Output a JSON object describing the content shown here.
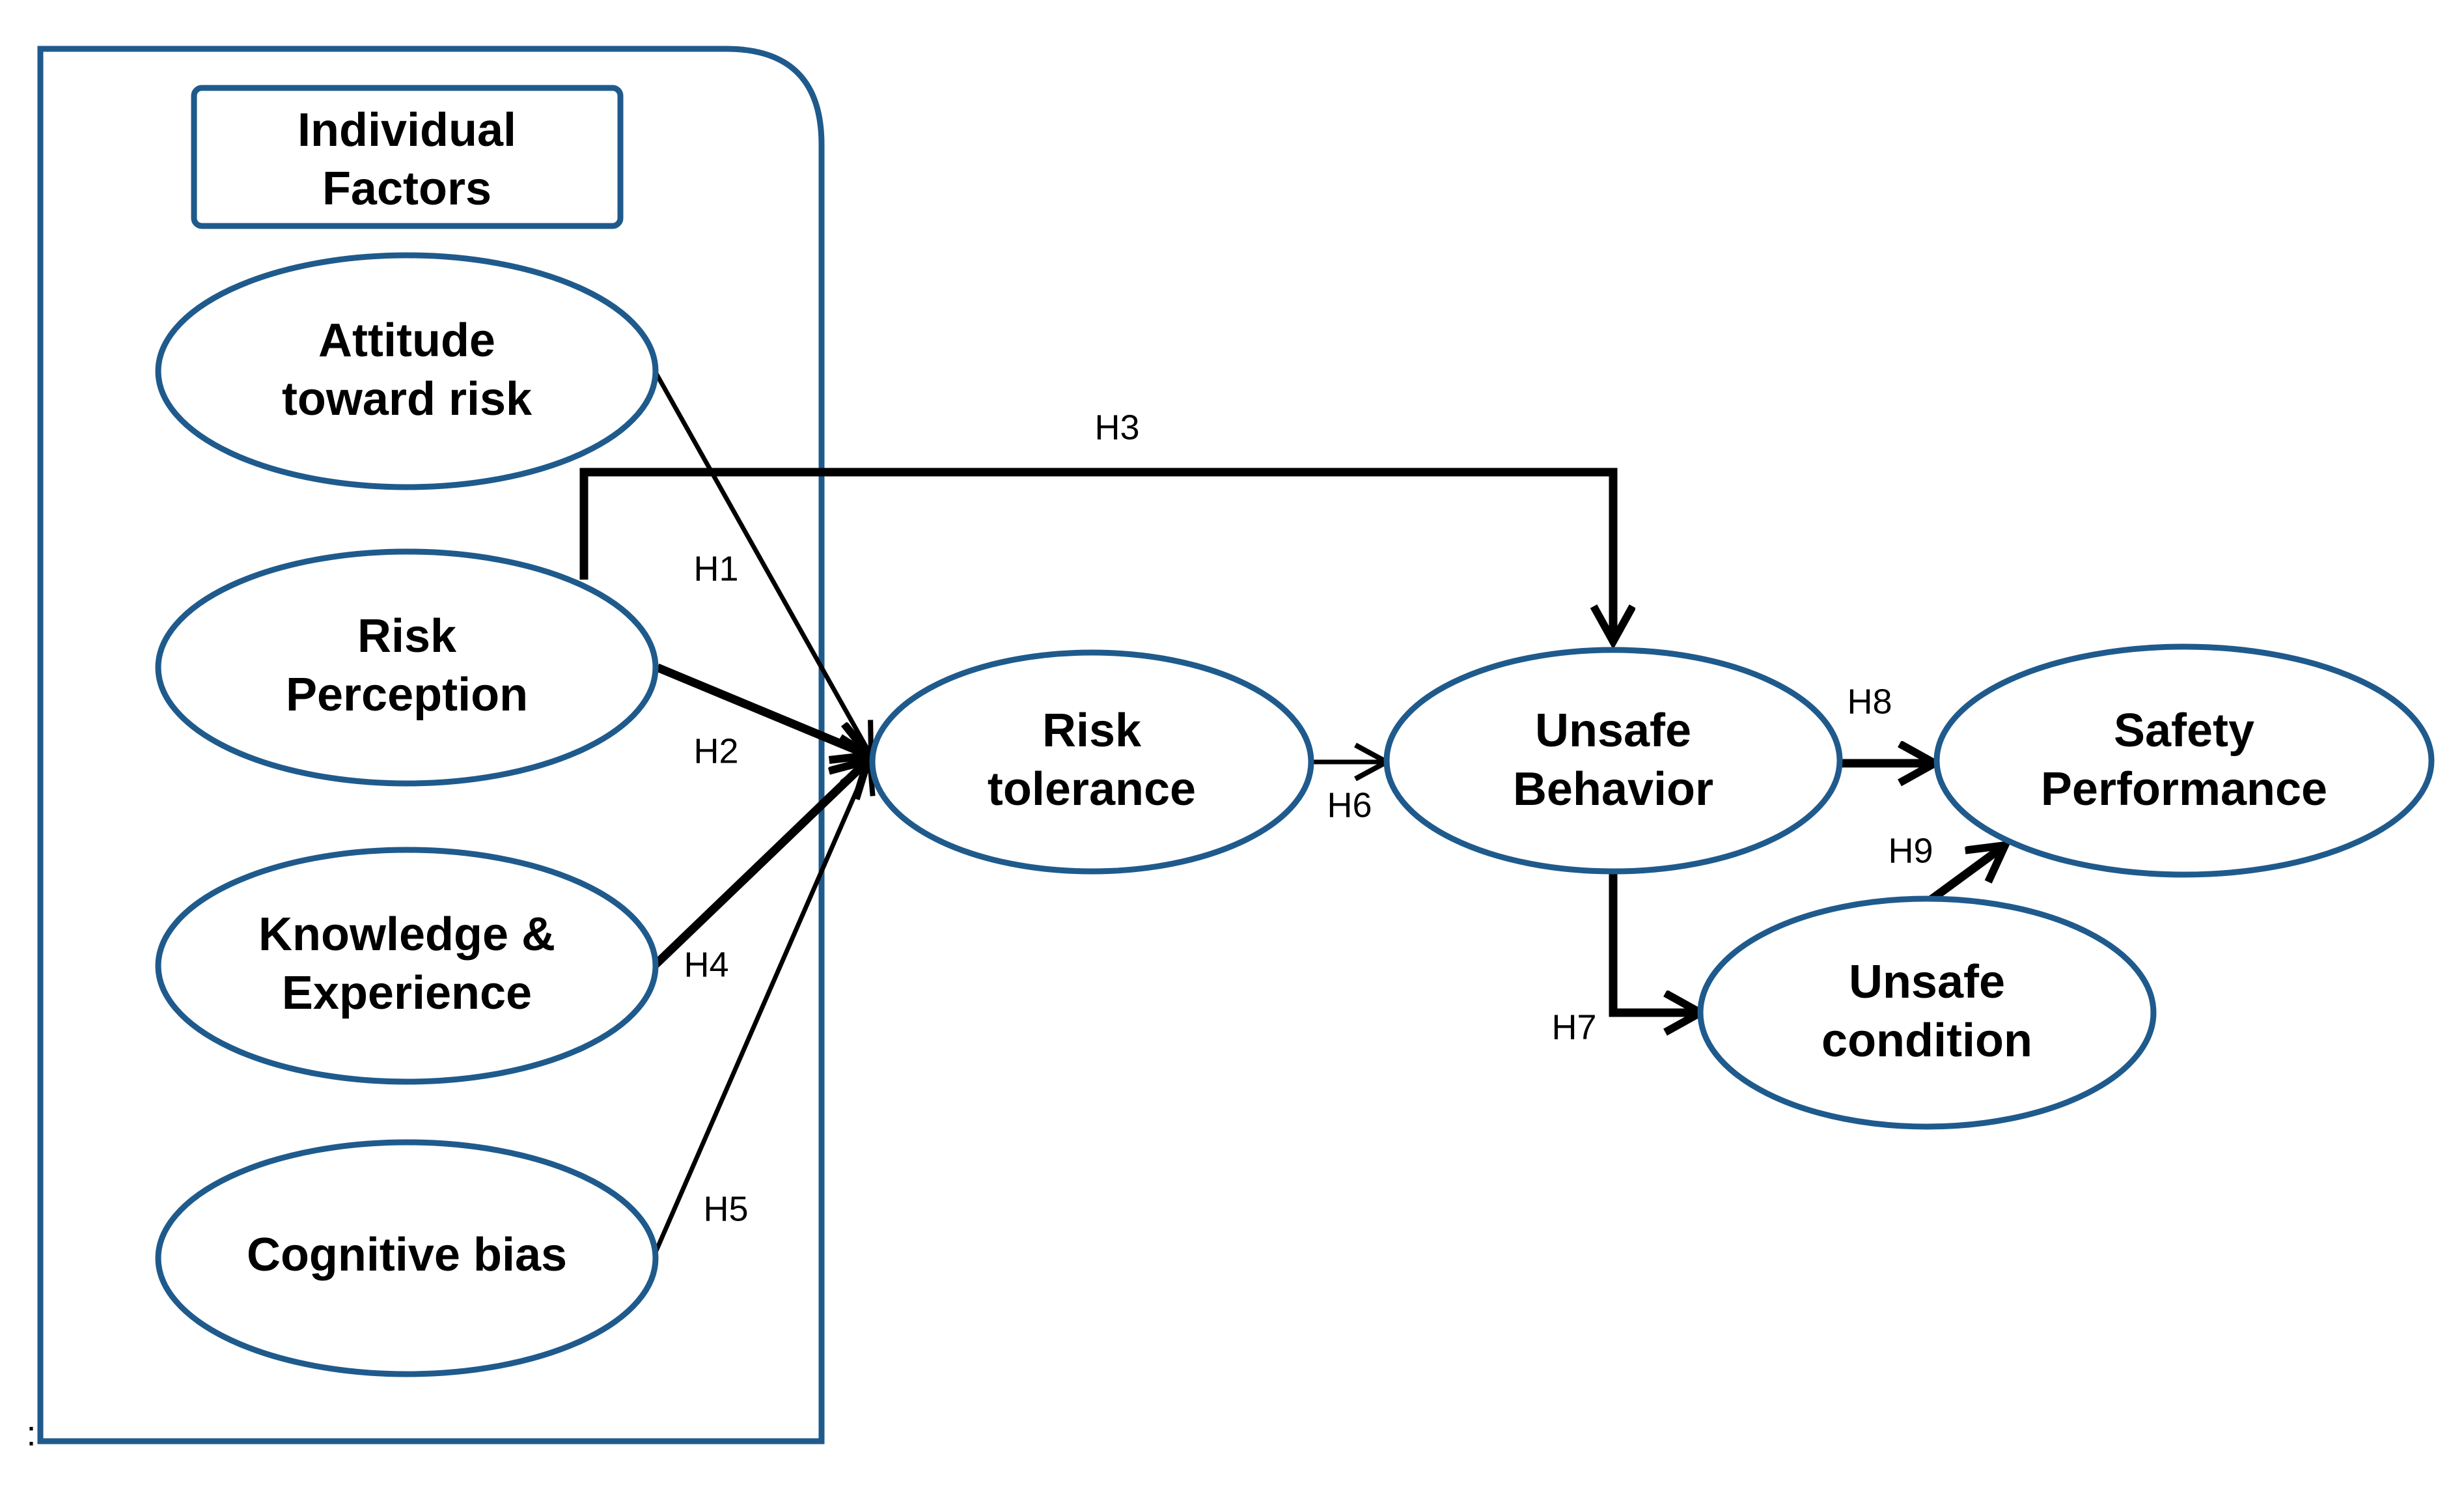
{
  "colors": {
    "node_border": "#1f5a8c",
    "edge": "#000000",
    "background": "#ffffff"
  },
  "group": {
    "title_lines": [
      "Individual",
      "Factors"
    ]
  },
  "nodes": {
    "attitude": [
      "Attitude",
      "toward risk"
    ],
    "perception": [
      "Risk",
      "Perception"
    ],
    "knowledge": [
      "Knowledge &",
      "Experience"
    ],
    "bias": [
      "Cognitive bias"
    ],
    "tolerance": [
      "Risk",
      "tolerance"
    ],
    "behavior": [
      "Unsafe",
      "Behavior"
    ],
    "performance": [
      "Safety",
      "Performance"
    ],
    "condition": [
      "Unsafe",
      "condition"
    ]
  },
  "edges": {
    "h1": "H1",
    "h2": "H2",
    "h3": "H3",
    "h4": "H4",
    "h5": "H5",
    "h6": "H6",
    "h7": "H7",
    "h8": "H8",
    "h9": "H9"
  },
  "footnote": ":"
}
